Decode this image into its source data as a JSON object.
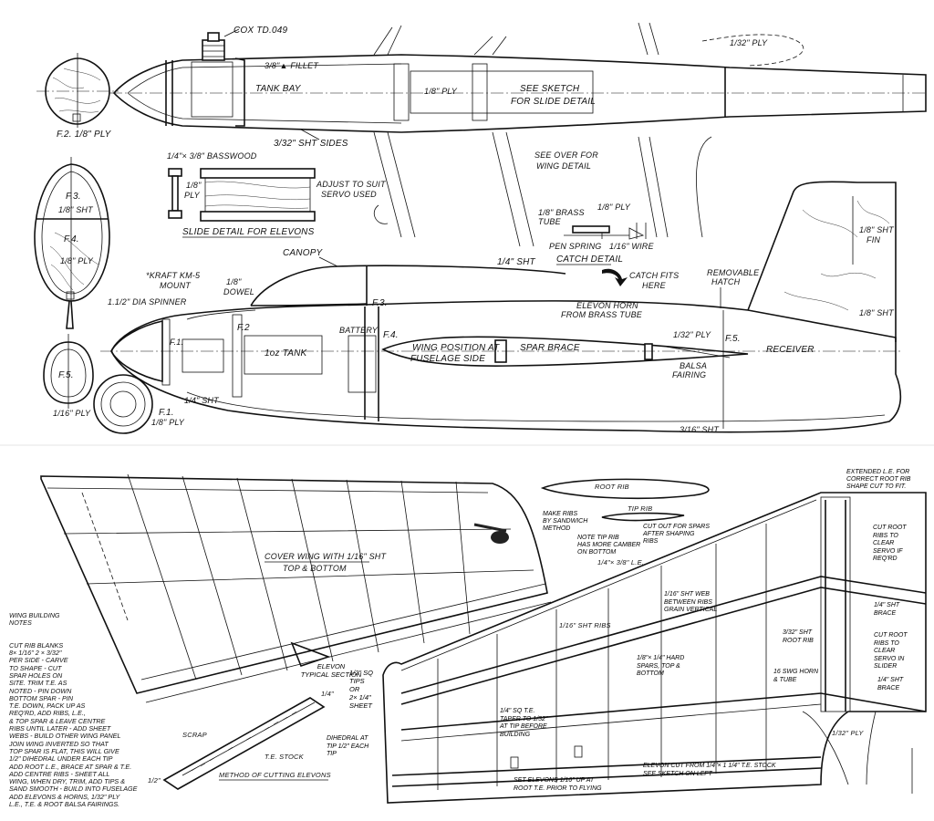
{
  "labels": {
    "engine": "COX TD.049",
    "fillet": "3/8\"▲ FILLET",
    "ply_132_top": "1/32\" PLY",
    "tank_bay": "TANK BAY",
    "ply_18_wing": "1/8\" PLY",
    "see_sketch": "SEE SKETCH",
    "for_slide": "FOR SLIDE DETAIL",
    "sht_sides": "3/32\" SHT SIDES",
    "f2_title": "F.2. 1/8\" PLY",
    "basswood": "1/4\"× 3/8\" BASSWOOD",
    "ply_18_slide_a": "1/8\"",
    "ply_18_slide_b": "PLY",
    "adjust_a": "ADJUST TO SUIT",
    "adjust_b": "SERVO USED",
    "slide_detail": "SLIDE DETAIL FOR ELEVONS",
    "see_over_a": "SEE OVER FOR",
    "see_over_b": "WING DETAIL",
    "brass_a": "1/8\" BRASS",
    "brass_b": "TUBE",
    "ply_18_catch": "1/8\" PLY",
    "pen_spring": "PEN SPRING",
    "wire": "1/16\" WIRE",
    "catch_detail": "CATCH DETAIL",
    "catch_fits_a": "CATCH FITS",
    "catch_fits_b": "HERE",
    "removable_a": "REMOVABLE",
    "removable_b": "HATCH",
    "fin_a": "1/8\" SHT",
    "fin_b": "FIN",
    "sht_18_right": "1/8\" SHT",
    "f3_a": "F.3.",
    "f3_b": "1/8\" SHT",
    "f4_a": "F.4.",
    "f4_b": "1/8\" PLY",
    "f5": "F.5.",
    "f5_b": "1/16\" PLY",
    "f1_a": "F.1.",
    "f1_b": "1/8\" PLY",
    "canopy": "CANOPY",
    "sht_14_top": "1/4\" SHT",
    "kraft_a": "*KRAFT KM-5",
    "kraft_b": "MOUNT",
    "dowel_a": "1/8\"",
    "dowel_b": "DOWEL",
    "spinner": "1.1/2\" DIA SPINNER",
    "f1_inside": "F.1.",
    "f2_inside": "F.2",
    "tank": "1oz TANK",
    "battery": "BATTERY",
    "f3_inside": "F.3.",
    "f4_inside": "F.4.",
    "wing_pos_a": "WING POSITION AT",
    "wing_pos_b": "FUSELAGE SIDE",
    "spar_brace": "SPAR BRACE",
    "elevon_horn_a": "ELEVON HORN",
    "elevon_horn_b": "FROM BRASS TUBE",
    "ply_132_mid": "1/32\" PLY",
    "f5_inside": "F.5.",
    "balsa_a": "BALSA",
    "balsa_b": "FAIRING",
    "receiver": "RECEIVER",
    "sht_14_bot": "1/4\" SHT",
    "sht_316": "3/16\" SHT",
    "cover_wing_a": "COVER WING WITH 1/16\" SHT",
    "cover_wing_b": "TOP & BOTTOM",
    "root_rib": "ROOT RIB",
    "tip_rib": "TIP RIB",
    "make_ribs": "MAKE RIBS\nBY SANDWICH\nMETHOD",
    "cut_out": "CUT OUT FOR SPARS\nAFTER SHAPING\nRIBS",
    "note_tip": "NOTE TIP RIB\nHAS MORE CAMBER\nON BOTTOM",
    "le_size": "1/4\"× 3/8\" L.E.",
    "extended_le": "EXTENDED L.E. FOR\nCORRECT ROOT RIB\nSHAPE CUT TO FIT.",
    "cut_root_a": "CUT ROOT\nRIBS TO\nCLEAR\nSERVO IF\nREQ'RD",
    "sht_brace_a": "1/4\" SHT\nBRACE",
    "sht_root": "3/32\" SHT\nROOT RIB",
    "cut_root_b": "CUT ROOT\nRIBS TO\nCLEAR\nSERVO IN\nSLIDER",
    "horn_tube": "16 SWG HORN\n& TUBE",
    "sht_brace_b": "1/4\" SHT\nBRACE",
    "ply_132_root": "1/32\" PLY",
    "web": "1/16\" SHT WEB\nBETWEEN RIBS\nGRAIN VERTICAL",
    "sht_ribs": "1/16\" SHT RIBS",
    "hard_spars": "1/8\"× 1/4\" HARD\nSPARS, TOP &\nBOTTOM",
    "te_sq": "1/4\" SQ T.E.\nTAPER TO 1/32\"\nAT TIP BEFORE\nBUILDING",
    "dihedral": "DIHEDRAL AT\nTIP 1/2\" EACH\nTIP",
    "set_elevons": "SET ELEVONS 1/16\" UP AT\nROOT T.E. PRIOR TO FLYING",
    "elevon_cut": "ELEVON CUT FROM 1/4\"× 1 1/4\" T.E. STOCK\nSEE SKETCH ON LEFT",
    "wing_notes_title": "WING BUILDING\nNOTES",
    "wing_notes": "CUT RIB BLANKS\n8× 1/16\" 2 × 3/32\"\nPER SIDE - CARVE\nTO SHAPE - CUT\nSPAR HOLES ON\nSITE. TRIM T.E. AS\nNOTED - PIN DOWN\nBOTTOM SPAR - PIN\nT.E. DOWN, PACK UP AS\nREQ'RD, ADD RIBS, L.E.,\n& TOP SPAR & LEAVE CENTRE\nRIBS UNTIL LATER - ADD SHEET\nWEBS - BUILD OTHER WING PANEL\nJOIN WING INVERTED SO THAT\nTOP SPAR IS FLAT, THIS WILL GIVE\n1/2\" DIHEDRAL UNDER EACH TIP\nADD ROOT L.E., BRACE AT SPAR & T.E.\nADD CENTRE RIBS - SHEET ALL\nWING, WHEN DRY, TRIM, ADD TIPS &\nSAND SMOOTH - BUILD INTO FUSELAGE\nADD ELEVONS & HORNS, 1/32\" PLY\nL.E., T.E. & ROOT BALSA FAIRINGS.",
    "elevon_section": "ELEVON\nTYPICAL SECTION",
    "tips": "1/2\" SQ\nTIPS\nOR\n2× 1/4\"\nSHEET",
    "quarter": "1/4\"",
    "scrap": "SCRAP",
    "te_stock": "T.E. STOCK",
    "half_in": "1/2\"",
    "method": "METHOD OF CUTTING ELEVONS"
  }
}
